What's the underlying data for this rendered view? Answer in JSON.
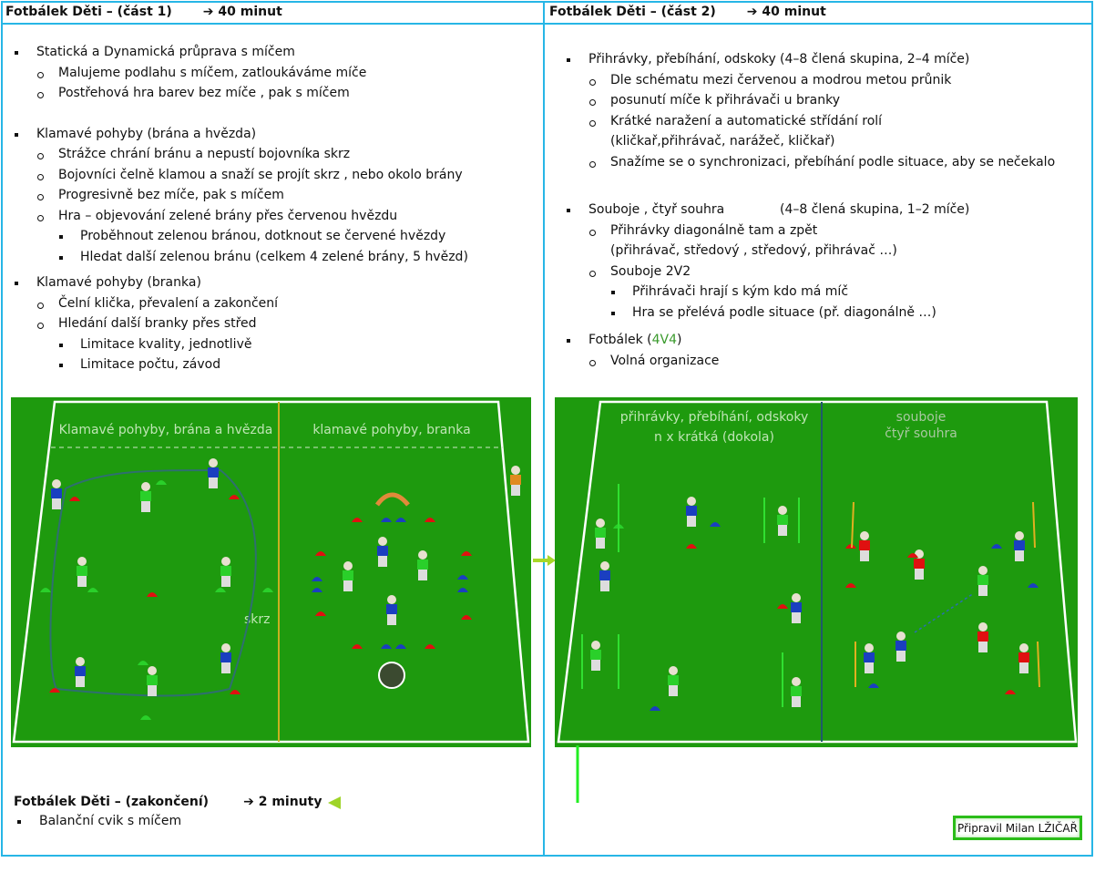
{
  "part1": {
    "title": "Fotbálek Děti – (část 1)",
    "duration": "➔ 40 minut",
    "items": [
      {
        "level": 1,
        "text": "Statická a Dynamická průprava s míčem"
      },
      {
        "level": 2,
        "text": "Malujeme podlahu s míčem, zatloukáváme míče"
      },
      {
        "level": 2,
        "text": "Postřehová hra barev bez míče , pak s míčem"
      },
      {
        "level": 1,
        "text": "Klamavé pohyby (brána a hvězda)"
      },
      {
        "level": 2,
        "text": "Strážce chrání bránu a nepustí bojovníka skrz"
      },
      {
        "level": 2,
        "text": "Bojovníci čelně klamou a snaží se projít skrz , nebo okolo brány"
      },
      {
        "level": 2,
        "text": "Progresivně bez míče, pak s míčem"
      },
      {
        "level": 2,
        "text": "Hra – objevování zelené brány přes červenou hvězdu"
      },
      {
        "level": 3,
        "text": "Proběhnout zelenou bránou, dotknout se červené hvězdy"
      },
      {
        "level": 3,
        "text": "Hledat další zelenou bránu (celkem 4 zelené brány, 5 hvězd)"
      },
      {
        "level": 1,
        "text": "Klamavé pohyby (branka)"
      },
      {
        "level": 2,
        "text": "Čelní klička, převalení a zakončení"
      },
      {
        "level": 2,
        "text": "Hledání další branky přes střed"
      },
      {
        "level": 3,
        "text": "Limitace kvality, jednotlivě"
      },
      {
        "level": 3,
        "text": "Limitace počtu, závod"
      }
    ],
    "field": {
      "label_left": "Klamavé pohyby, brána a hvězda",
      "label_right": "klamavé pohyby, branka",
      "label_skrz": "skrz"
    }
  },
  "part2": {
    "title": "Fotbálek Děti – (část 2)",
    "duration": "➔ 40 minut",
    "item1": "Přihrávky, přebíhání, odskoky",
    "item1_note": "(4–8 člená skupina, 2–4 míče)",
    "item1_subs": [
      "Dle schématu mezi červenou a modrou metou průnik",
      "posunutí míče k přihrávači u branky",
      "Krátké naražení a automatické střídání rolí"
    ],
    "item1_cont": "(kličkař,přihrávač, narážeč, kličkař)",
    "item1_last": "Snažíme se o synchronizaci, přebíhání podle situace, aby se nečekalo",
    "item2": "Souboje , čtyř souhra",
    "item2_note": "(4–8 člená skupina, 1–2 míče)",
    "item2_sub1": "Přihrávky diagonálně tam a zpět",
    "item2_cont": "(přihrávač, středový , středový, přihrávač …)",
    "item2_sub2": "Souboje 2V2",
    "item2_subsubs": [
      "Přihrávači hrají s kým kdo má míč",
      "Hra se přelévá podle situace (př. diagonálně …)"
    ],
    "item3": "Fotbálek (",
    "item3_hl": "4V4",
    "item3_end": ")",
    "item3_sub": "Volná organizace",
    "field": {
      "label_left_1": "přihrávky, přebíhání, odskoky",
      "label_left_2": "n x krátká (dokola)",
      "label_right_1": "souboje",
      "label_right_2": "čtyř souhra"
    }
  },
  "ending": {
    "title": "Fotbálek Děti – (zakončení)",
    "duration": "➔ 2 minuty",
    "item": "Balanční cvik s míčem"
  },
  "author": "Připravil Milan LŽIČAŘ",
  "colors": {
    "border": "#27b6e6",
    "pitch": "#1e9a0e",
    "accent_green": "#3a9a2c"
  }
}
